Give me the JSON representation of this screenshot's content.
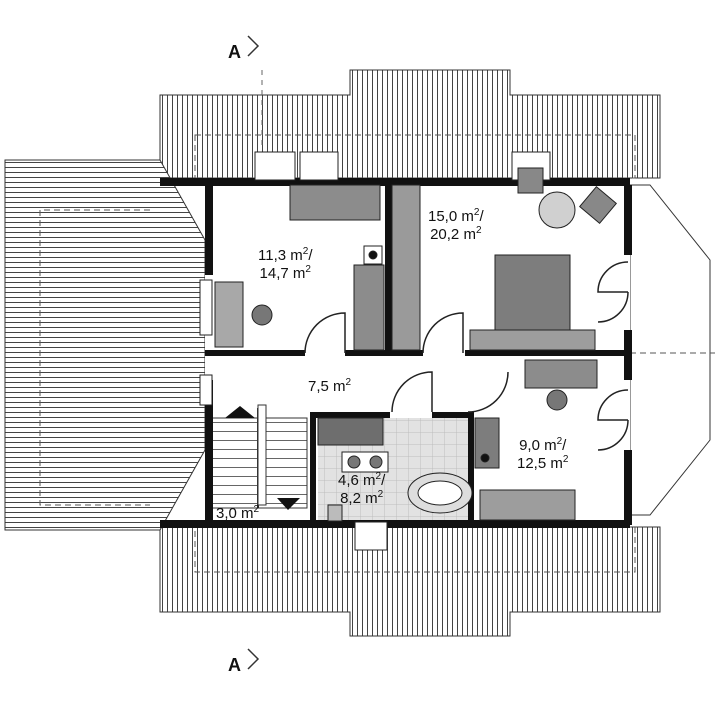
{
  "plan": {
    "section_marker_top": "A",
    "section_marker_bottom": "A",
    "rooms": [
      {
        "area": "11,3",
        "area_total": "14,7",
        "unit": "m"
      },
      {
        "area": "15,0",
        "area_total": "20,2",
        "unit": "m"
      },
      {
        "area": "7,5",
        "unit": "m"
      },
      {
        "area": "9,0",
        "area_total": "12,5",
        "unit": "m"
      },
      {
        "area": "4,6",
        "area_total": "8,2",
        "unit": "m"
      },
      {
        "area": "3,0",
        "unit": "m"
      }
    ],
    "exponent": "2",
    "slash": "/"
  },
  "colors": {
    "wall": "#111111",
    "roof_line": "#555555",
    "furniture": "#8c8c8c",
    "tile": "#d7d7d7"
  }
}
